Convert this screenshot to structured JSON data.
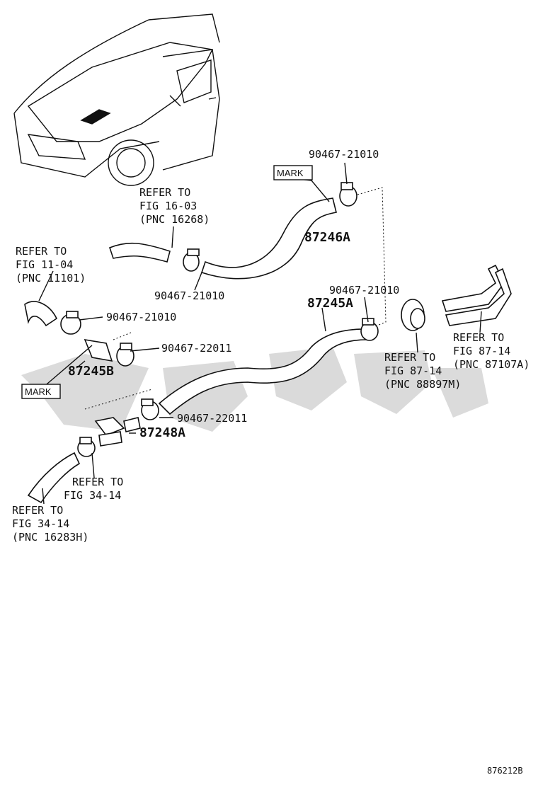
{
  "labels": {
    "refer_16_03": [
      "REFER TO",
      "FIG 16-03",
      "(PNC 16268)"
    ],
    "refer_11_04": [
      "REFER TO",
      "FIG 11-04",
      "(PNC 11101)"
    ],
    "refer_87_14_a": [
      "REFER TO",
      "FIG 87-14",
      "(PNC 87107A)"
    ],
    "refer_87_14_m": [
      "REFER TO",
      "FIG 87-14",
      "(PNC 88897M)"
    ],
    "refer_34_14_short": [
      "REFER TO",
      "FIG 34-14"
    ],
    "refer_34_14_h": [
      "REFER TO",
      "FIG 34-14",
      "(PNC 16283H)"
    ]
  },
  "part_numbers": {
    "clamp_top": "90467-21010",
    "clamp_mid_left": "90467-21010",
    "clamp_left": "90467-21010",
    "clamp_mid_right": "90467-21010",
    "clamp_22011_left": "90467-22011",
    "clamp_22011_mid": "90467-22011"
  },
  "hoses": {
    "hose_246a": "87246A",
    "hose_245a": "87245A",
    "hose_245b": "87245B",
    "hose_248a": "87248A"
  },
  "marks": {
    "mark_top": "MARK",
    "mark_left": "MARK"
  },
  "drawing_code": "876212B"
}
